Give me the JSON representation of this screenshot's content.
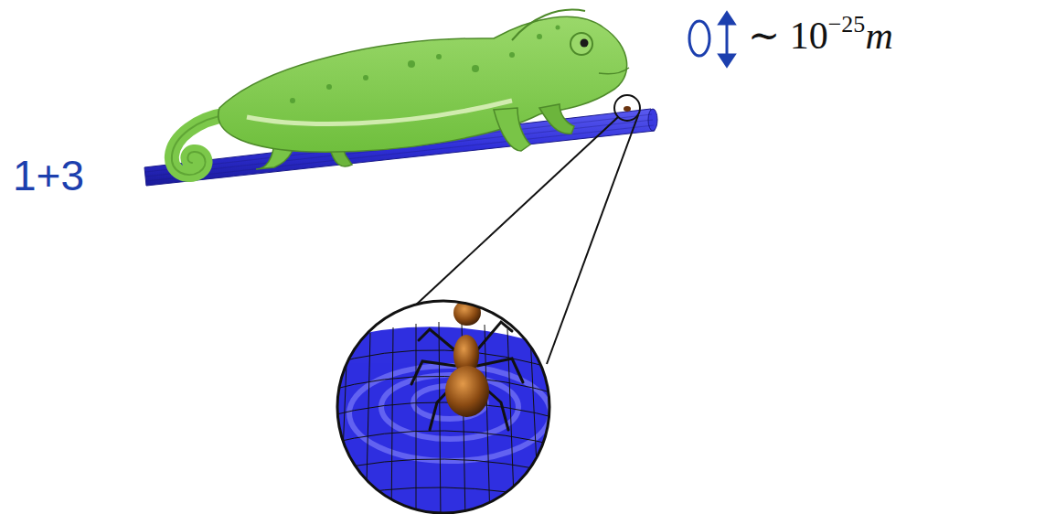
{
  "diagram": {
    "labels": [
      "1+3",
      "∼ 10",
      "−25",
      "m"
    ]
  }
}
